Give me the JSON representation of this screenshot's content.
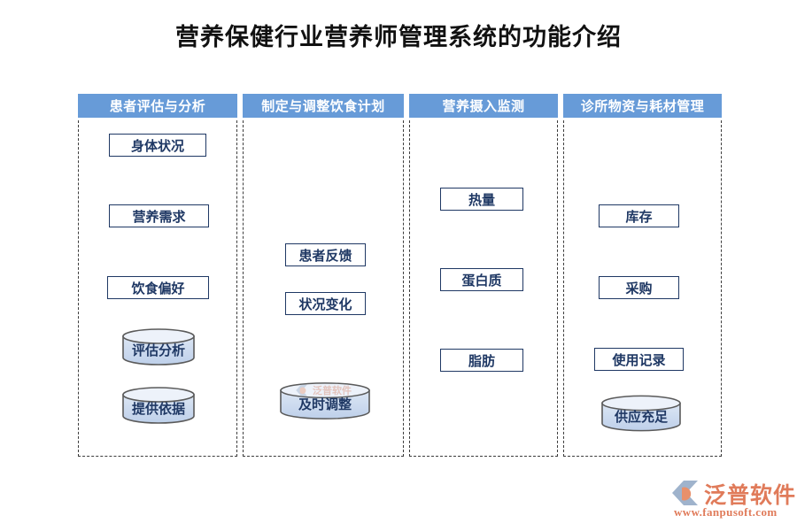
{
  "title": "营养保健行业营养师管理系统的功能介绍",
  "colors": {
    "header_bg": "#679BD8",
    "header_text": "#FFFFFF",
    "node_border": "#1F3864",
    "node_text": "#1F3864",
    "node_fill": "#FFFFFF",
    "cylinder_fill": "#C6D9F1",
    "cylinder_border": "#5A5A5A",
    "column_border": "#3B3B3B",
    "brand": "#E07B5A",
    "title_text": "#111111"
  },
  "chart_data": {
    "type": "diagram",
    "title": "营养保健行业营养师管理系统的功能介绍",
    "layout": "four-column swimlane",
    "columns": [
      {
        "header": "患者评估与分析",
        "nodes": [
          {
            "label": "身体状况",
            "shape": "rect"
          },
          {
            "label": "营养需求",
            "shape": "rect"
          },
          {
            "label": "饮食偏好",
            "shape": "rect"
          },
          {
            "label": "评估分析",
            "shape": "cylinder"
          },
          {
            "label": "提供依据",
            "shape": "cylinder"
          }
        ]
      },
      {
        "header": "制定与调整饮食计划",
        "nodes": [
          {
            "label": "患者反馈",
            "shape": "rect"
          },
          {
            "label": "状况变化",
            "shape": "rect"
          },
          {
            "label": "及时调整",
            "shape": "cylinder"
          }
        ]
      },
      {
        "header": "营养摄入监测",
        "nodes": [
          {
            "label": "热量",
            "shape": "rect"
          },
          {
            "label": "蛋白质",
            "shape": "rect"
          },
          {
            "label": "脂肪",
            "shape": "rect"
          }
        ]
      },
      {
        "header": "诊所物资与耗材管理",
        "nodes": [
          {
            "label": "库存",
            "shape": "rect"
          },
          {
            "label": "采购",
            "shape": "rect"
          },
          {
            "label": "使用记录",
            "shape": "rect"
          },
          {
            "label": "供应充足",
            "shape": "cylinder"
          }
        ]
      }
    ]
  },
  "brand": {
    "name": "泛普软件",
    "url": "www.fanpusoft.com"
  },
  "watermark": {
    "name": "泛普软件"
  }
}
